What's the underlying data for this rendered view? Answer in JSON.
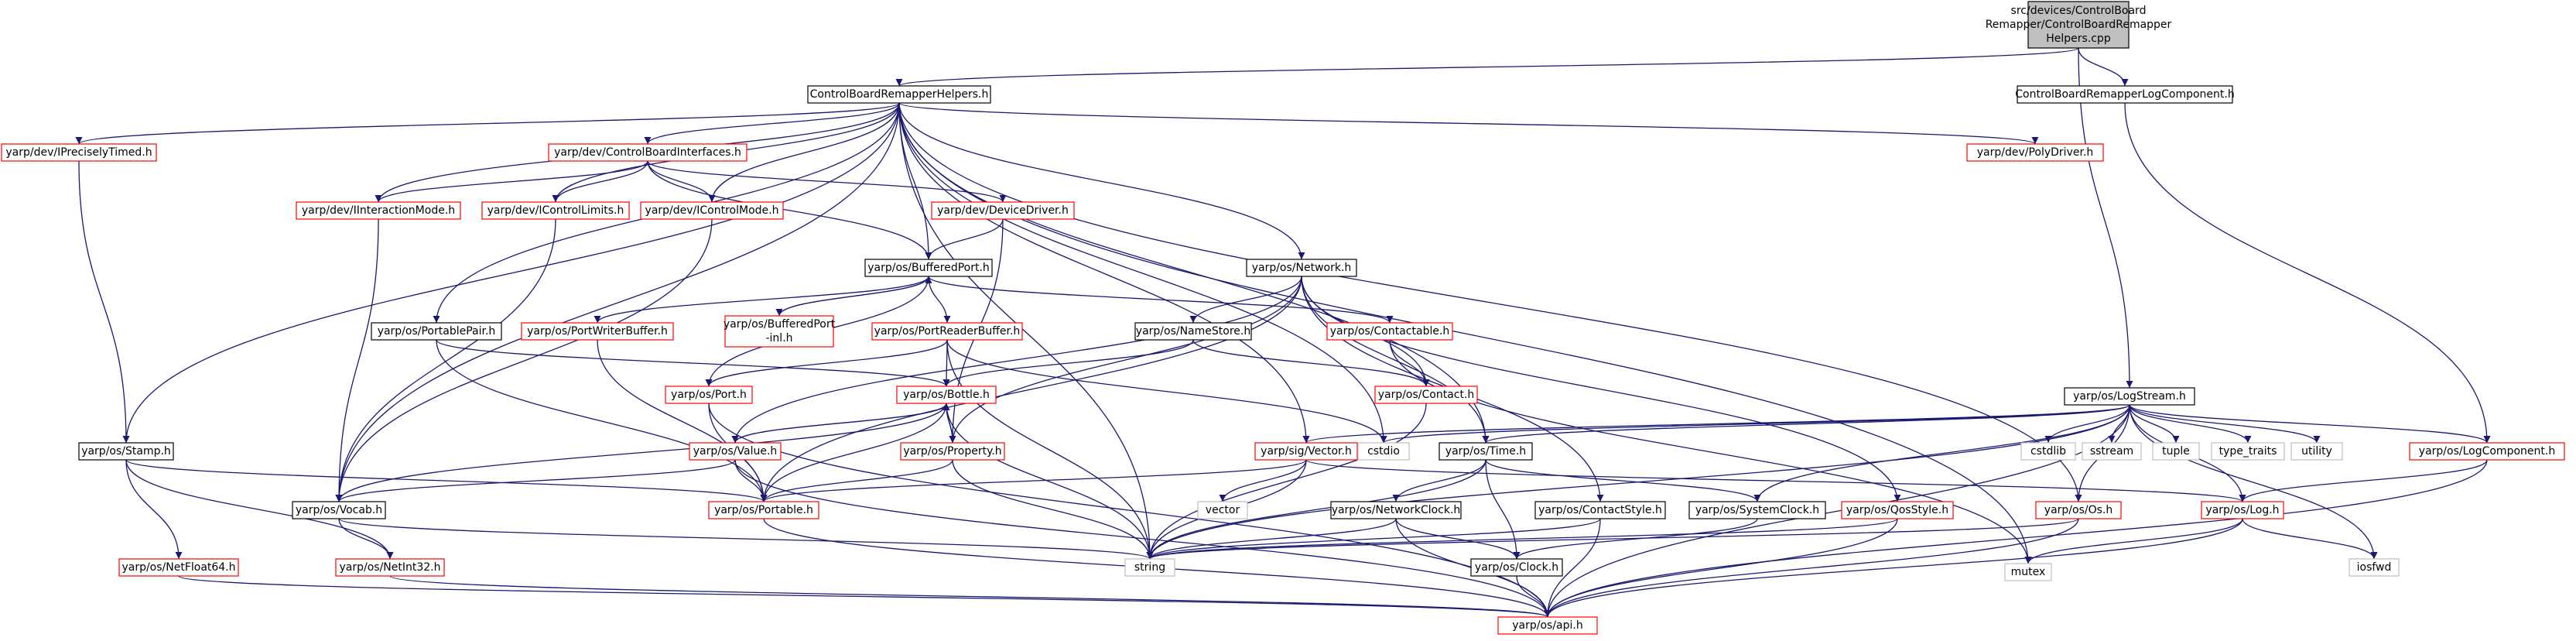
{
  "colors": {
    "edge": "#191970",
    "box_black": "#000000",
    "box_red": "#ff0000",
    "box_gray": "#bfbfbf",
    "root_fill": "#bfbfbf",
    "fill": "#ffffff"
  },
  "nodes": [
    {
      "id": "root",
      "lines": [
        "src/devices/ControlBoard",
        "Remapper/ControlBoardRemapper",
        "Helpers.cpp"
      ],
      "kind": "root"
    },
    {
      "id": "helpers",
      "lines": [
        "ControlBoardRemapperHelpers.h"
      ],
      "kind": "black"
    },
    {
      "id": "logcomp_h",
      "lines": [
        "ControlBoardRemapperLogComponent.h"
      ],
      "kind": "black"
    },
    {
      "id": "ipt",
      "lines": [
        "yarp/dev/IPreciselyTimed.h"
      ],
      "kind": "red"
    },
    {
      "id": "cbi",
      "lines": [
        "yarp/dev/ControlBoardInterfaces.h"
      ],
      "kind": "red"
    },
    {
      "id": "polydriver",
      "lines": [
        "yarp/dev/PolyDriver.h"
      ],
      "kind": "red"
    },
    {
      "id": "iim",
      "lines": [
        "yarp/dev/IInteractionMode.h"
      ],
      "kind": "red"
    },
    {
      "id": "icl",
      "lines": [
        "yarp/dev/IControlLimits.h"
      ],
      "kind": "red"
    },
    {
      "id": "icm",
      "lines": [
        "yarp/dev/IControlMode.h"
      ],
      "kind": "red"
    },
    {
      "id": "devicedriver",
      "lines": [
        "yarp/dev/DeviceDriver.h"
      ],
      "kind": "red"
    },
    {
      "id": "bufferedport",
      "lines": [
        "yarp/os/BufferedPort.h"
      ],
      "kind": "black"
    },
    {
      "id": "network",
      "lines": [
        "yarp/os/Network.h"
      ],
      "kind": "black"
    },
    {
      "id": "portablepair",
      "lines": [
        "yarp/os/PortablePair.h"
      ],
      "kind": "black"
    },
    {
      "id": "pwb",
      "lines": [
        "yarp/os/PortWriterBuffer.h"
      ],
      "kind": "red"
    },
    {
      "id": "bpinl",
      "lines": [
        "yarp/os/BufferedPort",
        "-inl.h"
      ],
      "kind": "red"
    },
    {
      "id": "prb",
      "lines": [
        "yarp/os/PortReaderBuffer.h"
      ],
      "kind": "red"
    },
    {
      "id": "namestore",
      "lines": [
        "yarp/os/NameStore.h"
      ],
      "kind": "black"
    },
    {
      "id": "contactable",
      "lines": [
        "yarp/os/Contactable.h"
      ],
      "kind": "red"
    },
    {
      "id": "port",
      "lines": [
        "yarp/os/Port.h"
      ],
      "kind": "red"
    },
    {
      "id": "bottle",
      "lines": [
        "yarp/os/Bottle.h"
      ],
      "kind": "red"
    },
    {
      "id": "contact",
      "lines": [
        "yarp/os/Contact.h"
      ],
      "kind": "red"
    },
    {
      "id": "stamp",
      "lines": [
        "yarp/os/Stamp.h"
      ],
      "kind": "black"
    },
    {
      "id": "value",
      "lines": [
        "yarp/os/Value.h"
      ],
      "kind": "red"
    },
    {
      "id": "property",
      "lines": [
        "yarp/os/Property.h"
      ],
      "kind": "red"
    },
    {
      "id": "vector",
      "lines": [
        "yarp/sig/Vector.h"
      ],
      "kind": "red"
    },
    {
      "id": "cstdio",
      "lines": [
        "cstdio"
      ],
      "kind": "gray"
    },
    {
      "id": "time",
      "lines": [
        "yarp/os/Time.h"
      ],
      "kind": "black"
    },
    {
      "id": "logstream",
      "lines": [
        "yarp/os/LogStream.h"
      ],
      "kind": "black"
    },
    {
      "id": "cstdlib",
      "lines": [
        "cstdlib"
      ],
      "kind": "gray"
    },
    {
      "id": "sstream",
      "lines": [
        "sstream"
      ],
      "kind": "gray"
    },
    {
      "id": "tuple",
      "lines": [
        "tuple"
      ],
      "kind": "gray"
    },
    {
      "id": "typetraits",
      "lines": [
        "type_traits"
      ],
      "kind": "gray"
    },
    {
      "id": "utility",
      "lines": [
        "utility"
      ],
      "kind": "gray"
    },
    {
      "id": "logcomponent",
      "lines": [
        "yarp/os/LogComponent.h"
      ],
      "kind": "red"
    },
    {
      "id": "vocab",
      "lines": [
        "yarp/os/Vocab.h"
      ],
      "kind": "black"
    },
    {
      "id": "portable",
      "lines": [
        "yarp/os/Portable.h"
      ],
      "kind": "red"
    },
    {
      "id": "vectorstd",
      "lines": [
        "vector"
      ],
      "kind": "gray"
    },
    {
      "id": "networkclock",
      "lines": [
        "yarp/os/NetworkClock.h"
      ],
      "kind": "black"
    },
    {
      "id": "contactstyle",
      "lines": [
        "yarp/os/ContactStyle.h"
      ],
      "kind": "black"
    },
    {
      "id": "systemclock",
      "lines": [
        "yarp/os/SystemClock.h"
      ],
      "kind": "black"
    },
    {
      "id": "qosstyle",
      "lines": [
        "yarp/os/QosStyle.h"
      ],
      "kind": "red"
    },
    {
      "id": "os",
      "lines": [
        "yarp/os/Os.h"
      ],
      "kind": "red"
    },
    {
      "id": "log",
      "lines": [
        "yarp/os/Log.h"
      ],
      "kind": "red"
    },
    {
      "id": "netfloat64",
      "lines": [
        "yarp/os/NetFloat64.h"
      ],
      "kind": "red"
    },
    {
      "id": "netint32",
      "lines": [
        "yarp/os/NetInt32.h"
      ],
      "kind": "red"
    },
    {
      "id": "string",
      "lines": [
        "string"
      ],
      "kind": "gray"
    },
    {
      "id": "clock",
      "lines": [
        "yarp/os/Clock.h"
      ],
      "kind": "black"
    },
    {
      "id": "mutex",
      "lines": [
        "mutex"
      ],
      "kind": "gray"
    },
    {
      "id": "iosfwd",
      "lines": [
        "iosfwd"
      ],
      "kind": "gray"
    },
    {
      "id": "api",
      "lines": [
        "yarp/os/api.h"
      ],
      "kind": "red"
    }
  ],
  "edges": [
    [
      "root",
      "helpers"
    ],
    [
      "root",
      "logcomp_h"
    ],
    [
      "root",
      "logstream"
    ],
    [
      "helpers",
      "ipt"
    ],
    [
      "helpers",
      "cbi"
    ],
    [
      "helpers",
      "polydriver"
    ],
    [
      "helpers",
      "iim"
    ],
    [
      "helpers",
      "icl"
    ],
    [
      "helpers",
      "icm"
    ],
    [
      "helpers",
      "bufferedport"
    ],
    [
      "helpers",
      "network"
    ],
    [
      "helpers",
      "portablepair"
    ],
    [
      "helpers",
      "stamp"
    ],
    [
      "helpers",
      "vocab"
    ],
    [
      "helpers",
      "string"
    ],
    [
      "helpers",
      "vector"
    ],
    [
      "helpers",
      "time"
    ],
    [
      "helpers",
      "cstdio"
    ],
    [
      "helpers",
      "os"
    ],
    [
      "helpers",
      "mutex"
    ],
    [
      "logcomp_h",
      "logcomponent"
    ],
    [
      "ipt",
      "stamp"
    ],
    [
      "cbi",
      "iim"
    ],
    [
      "cbi",
      "icl"
    ],
    [
      "cbi",
      "icm"
    ],
    [
      "cbi",
      "devicedriver"
    ],
    [
      "cbi",
      "bufferedport"
    ],
    [
      "iim",
      "vocab"
    ],
    [
      "icl",
      "vocab"
    ],
    [
      "icm",
      "vocab"
    ],
    [
      "devicedriver",
      "bufferedport"
    ],
    [
      "devicedriver",
      "property"
    ],
    [
      "bufferedport",
      "pwb"
    ],
    [
      "bufferedport",
      "bpinl"
    ],
    [
      "bufferedport",
      "prb"
    ],
    [
      "bufferedport",
      "contactable"
    ],
    [
      "bufferedport",
      "port"
    ],
    [
      "bpinl",
      "bufferedport"
    ],
    [
      "network",
      "namestore"
    ],
    [
      "network",
      "contact"
    ],
    [
      "network",
      "value"
    ],
    [
      "network",
      "property"
    ],
    [
      "network",
      "portable"
    ],
    [
      "network",
      "time"
    ],
    [
      "network",
      "contactstyle"
    ],
    [
      "network",
      "qosstyle"
    ],
    [
      "portablepair",
      "bottle"
    ],
    [
      "portablepair",
      "portable"
    ],
    [
      "pwb",
      "portable"
    ],
    [
      "prb",
      "port"
    ],
    [
      "prb",
      "bottle"
    ],
    [
      "prb",
      "string"
    ],
    [
      "prb",
      "cstdio"
    ],
    [
      "namestore",
      "bottle"
    ],
    [
      "namestore",
      "contact"
    ],
    [
      "contactable",
      "contact"
    ],
    [
      "contactable",
      "mutex"
    ],
    [
      "port",
      "portable"
    ],
    [
      "port",
      "api"
    ],
    [
      "bottle",
      "value"
    ],
    [
      "bottle",
      "property"
    ],
    [
      "bottle",
      "portable"
    ],
    [
      "bottle",
      "vocab"
    ],
    [
      "bottle",
      "string"
    ],
    [
      "value",
      "bottle"
    ],
    [
      "value",
      "portable"
    ],
    [
      "value",
      "vocab"
    ],
    [
      "value",
      "api"
    ],
    [
      "property",
      "bottle"
    ],
    [
      "property",
      "portable"
    ],
    [
      "property",
      "string"
    ],
    [
      "contact",
      "string"
    ],
    [
      "stamp",
      "netfloat64"
    ],
    [
      "stamp",
      "netint32"
    ],
    [
      "stamp",
      "portable"
    ],
    [
      "vector",
      "portable"
    ],
    [
      "vector",
      "vectorstd"
    ],
    [
      "vector",
      "string"
    ],
    [
      "vector",
      "log"
    ],
    [
      "time",
      "networkclock"
    ],
    [
      "time",
      "systemclock"
    ],
    [
      "time",
      "clock"
    ],
    [
      "time",
      "string"
    ],
    [
      "logstream",
      "cstdio"
    ],
    [
      "logstream",
      "cstdlib"
    ],
    [
      "logstream",
      "sstream"
    ],
    [
      "logstream",
      "tuple"
    ],
    [
      "logstream",
      "typetraits"
    ],
    [
      "logstream",
      "utility"
    ],
    [
      "logstream",
      "logcomponent"
    ],
    [
      "logstream",
      "log"
    ],
    [
      "logstream",
      "os"
    ],
    [
      "logstream",
      "systemclock"
    ],
    [
      "logstream",
      "time"
    ],
    [
      "logstream",
      "string"
    ],
    [
      "logstream",
      "api"
    ],
    [
      "logstream",
      "iosfwd"
    ],
    [
      "logstream",
      "vector"
    ],
    [
      "logcomponent",
      "log"
    ],
    [
      "logcomponent",
      "api"
    ],
    [
      "vocab",
      "netint32"
    ],
    [
      "vocab",
      "string"
    ],
    [
      "portable",
      "api"
    ],
    [
      "networkclock",
      "clock"
    ],
    [
      "networkclock",
      "string"
    ],
    [
      "networkclock",
      "api"
    ],
    [
      "contactstyle",
      "string"
    ],
    [
      "contactstyle",
      "api"
    ],
    [
      "systemclock",
      "clock"
    ],
    [
      "qosstyle",
      "string"
    ],
    [
      "qosstyle",
      "api"
    ],
    [
      "os",
      "string"
    ],
    [
      "os",
      "api"
    ],
    [
      "log",
      "mutex"
    ],
    [
      "log",
      "iosfwd"
    ],
    [
      "log",
      "api"
    ],
    [
      "netfloat64",
      "api"
    ],
    [
      "netint32",
      "api"
    ],
    [
      "clock",
      "api"
    ]
  ]
}
